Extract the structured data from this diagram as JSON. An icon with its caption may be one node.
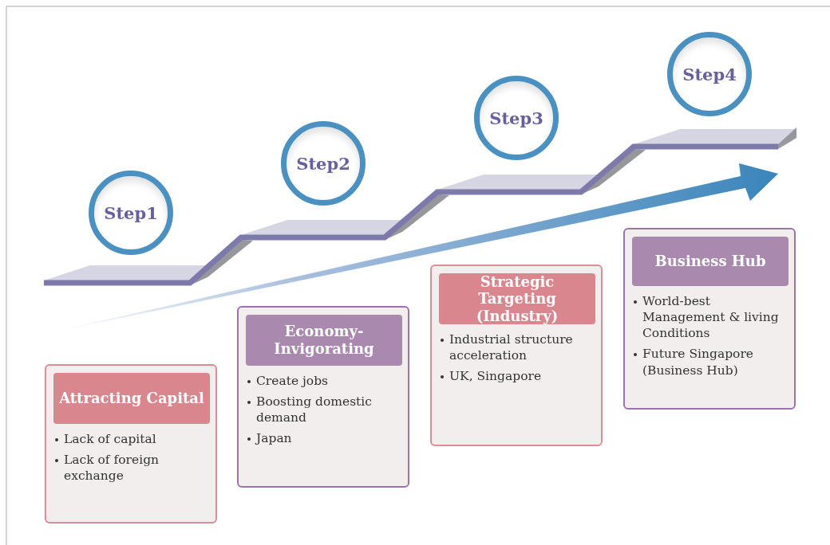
{
  "diagram": {
    "nodes": [
      {
        "text": [
          "Step1"
        ]
      },
      {
        "text": [
          "Step2"
        ]
      },
      {
        "text": [
          "Step3"
        ]
      },
      {
        "text": [
          "Step4"
        ]
      },
      {
        "text": [
          "Lack of capital",
          "Lack of foreign exchange"
        ]
      },
      {
        "text": [
          "Attracting Capital"
        ],
        "in": 4
      },
      {
        "text": [
          "Create jobs",
          "Boosting domestic demand",
          "Japan"
        ]
      },
      {
        "text": [
          "Economy-Invigorating"
        ],
        "in": 6
      },
      {
        "text": [
          "Industrial structure acceleration",
          "UK, Singapore"
        ]
      },
      {
        "text": [
          "Strategic Targeting (Industry)"
        ],
        "in": 8
      },
      {
        "text": [
          "World-best Management & living Conditions",
          "Future Singapore (Business Hub)"
        ]
      },
      {
        "text": [
          "Business Hub"
        ],
        "in": 10
      }
    ],
    "edges": []
  }
}
